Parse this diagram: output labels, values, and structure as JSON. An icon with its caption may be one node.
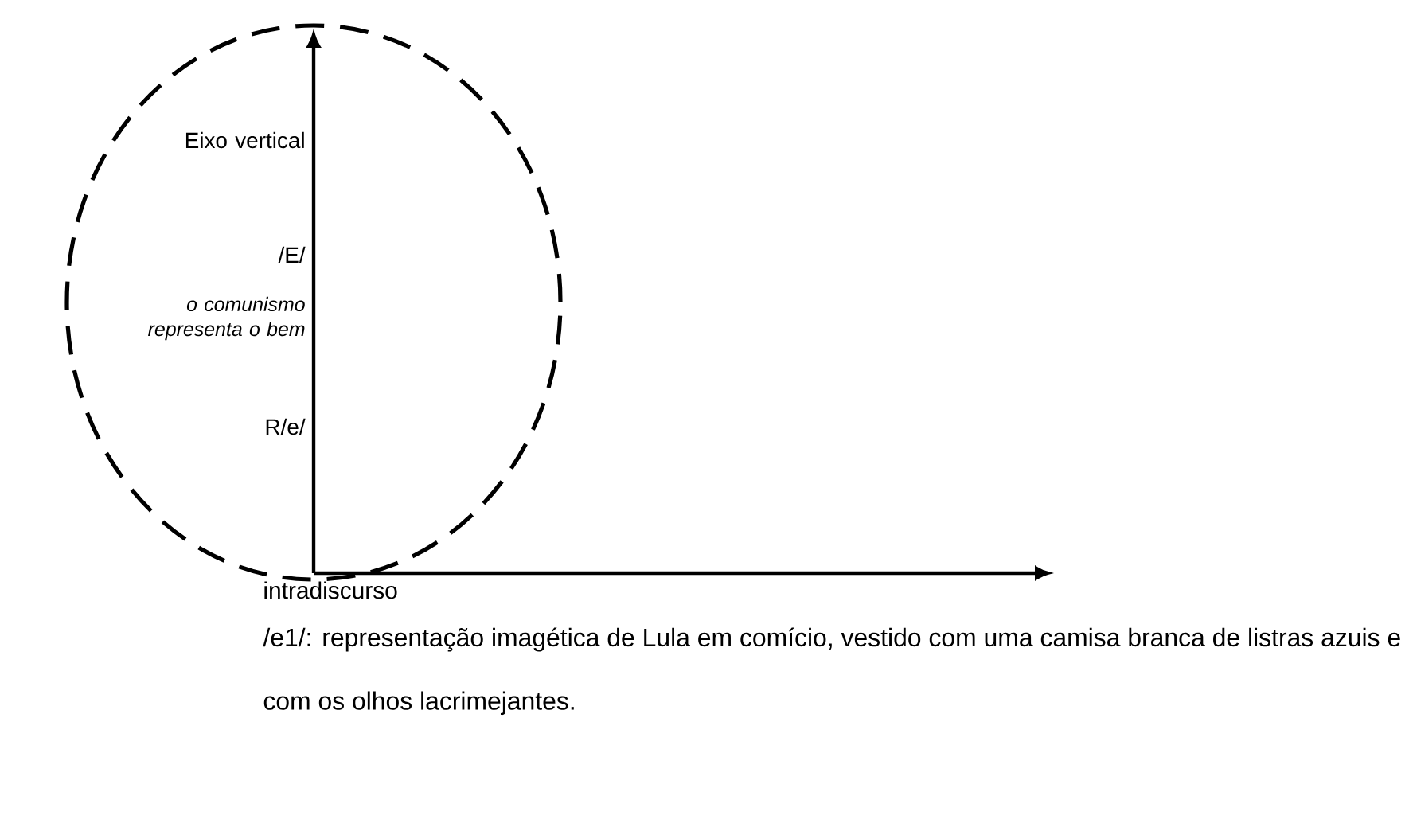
{
  "diagram": {
    "nodes": [
      {
        "text": [
          "Eixo vertical",
          "/E/",
          "*o comunismo representa o bem*",
          "R/e/"
        ]
      }
    ],
    "labels": [
      "intradiscurso",
      "/e1/: representação imagética de Lula em comício, vestido com uma camisa branca de listras azuis e com os olhos lacrimejantes."
    ]
  }
}
